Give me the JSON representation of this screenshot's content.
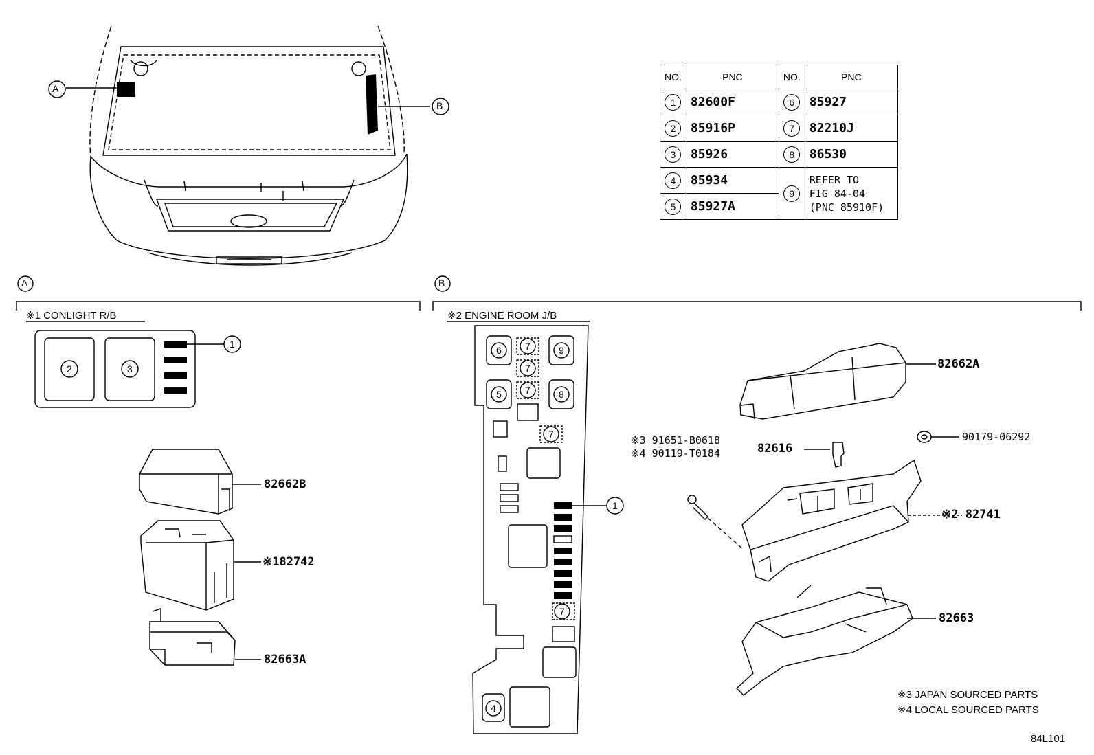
{
  "table": {
    "headers": [
      "NO.",
      "PNC",
      "NO.",
      "PNC"
    ],
    "rows": [
      {
        "no": "1",
        "pnc": "82600F"
      },
      {
        "no": "2",
        "pnc": "85916P"
      },
      {
        "no": "3",
        "pnc": "85926"
      },
      {
        "no": "4",
        "pnc": "85934"
      },
      {
        "no": "5",
        "pnc": "85927A"
      },
      {
        "no": "6",
        "pnc": "85927"
      },
      {
        "no": "7",
        "pnc": "82210J"
      },
      {
        "no": "8",
        "pnc": "86530"
      },
      {
        "no": "9",
        "pnc": [
          "REFER TO",
          "FIG 84-04",
          "(PNC 85910F)"
        ]
      }
    ]
  },
  "callouts": {
    "a": "A",
    "b": "B"
  },
  "sections": {
    "a_title": "※1 CONLIGHT R/B",
    "b_title": "※2 ENGINE ROOM J/B"
  },
  "parts": {
    "p82662B": "82662B",
    "p82742": "※182742",
    "p82663A": "82663A",
    "p82662A": "82662A",
    "p82616": "82616",
    "p90179": "90179-06292",
    "p91651": "※3 91651-B0618",
    "p90119": "※4 90119-T0184",
    "p82741": "※2 82741",
    "p82663": "82663"
  },
  "notes": {
    "n3": "※3 JAPAN SOURCED PARTS",
    "n4": "※4 LOCAL SOURCED PARTS"
  },
  "figure_code": "84L101"
}
